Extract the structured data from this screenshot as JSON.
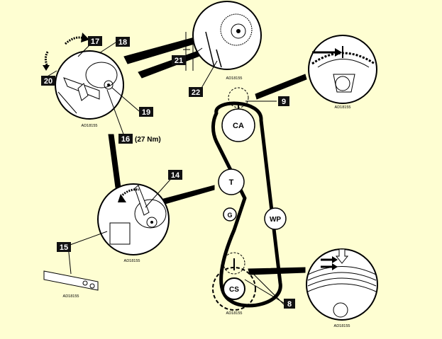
{
  "labels": {
    "l8": "8",
    "l9": "9",
    "l14": "14",
    "l15": "15",
    "l16": "16",
    "l17": "17",
    "l18": "18",
    "l19": "19",
    "l20": "20",
    "l21": "21",
    "l22": "22",
    "torque": "(27 Nm)"
  },
  "pulleys": {
    "camshaft": "CA",
    "tensioner": "T",
    "guide": "G",
    "water_pump": "WP",
    "crankshaft": "CS"
  },
  "reference_code": "AD18155",
  "colors": {
    "background": "#fefed2",
    "line": "#000000",
    "label_fill": "#111111",
    "label_text": "#ffffff"
  }
}
